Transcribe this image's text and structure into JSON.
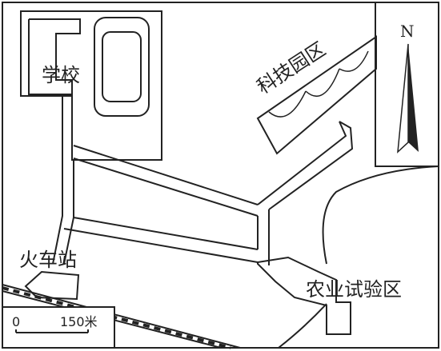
{
  "map": {
    "labels": {
      "school": "学校",
      "tech_park": "科技园区",
      "train_station": "火车站",
      "agri_test_zone": "农业试验区"
    },
    "north_arrow": {
      "label": "N",
      "icon": "north-arrow-icon"
    },
    "scale_bar": {
      "start": "0",
      "end": "150米"
    }
  }
}
